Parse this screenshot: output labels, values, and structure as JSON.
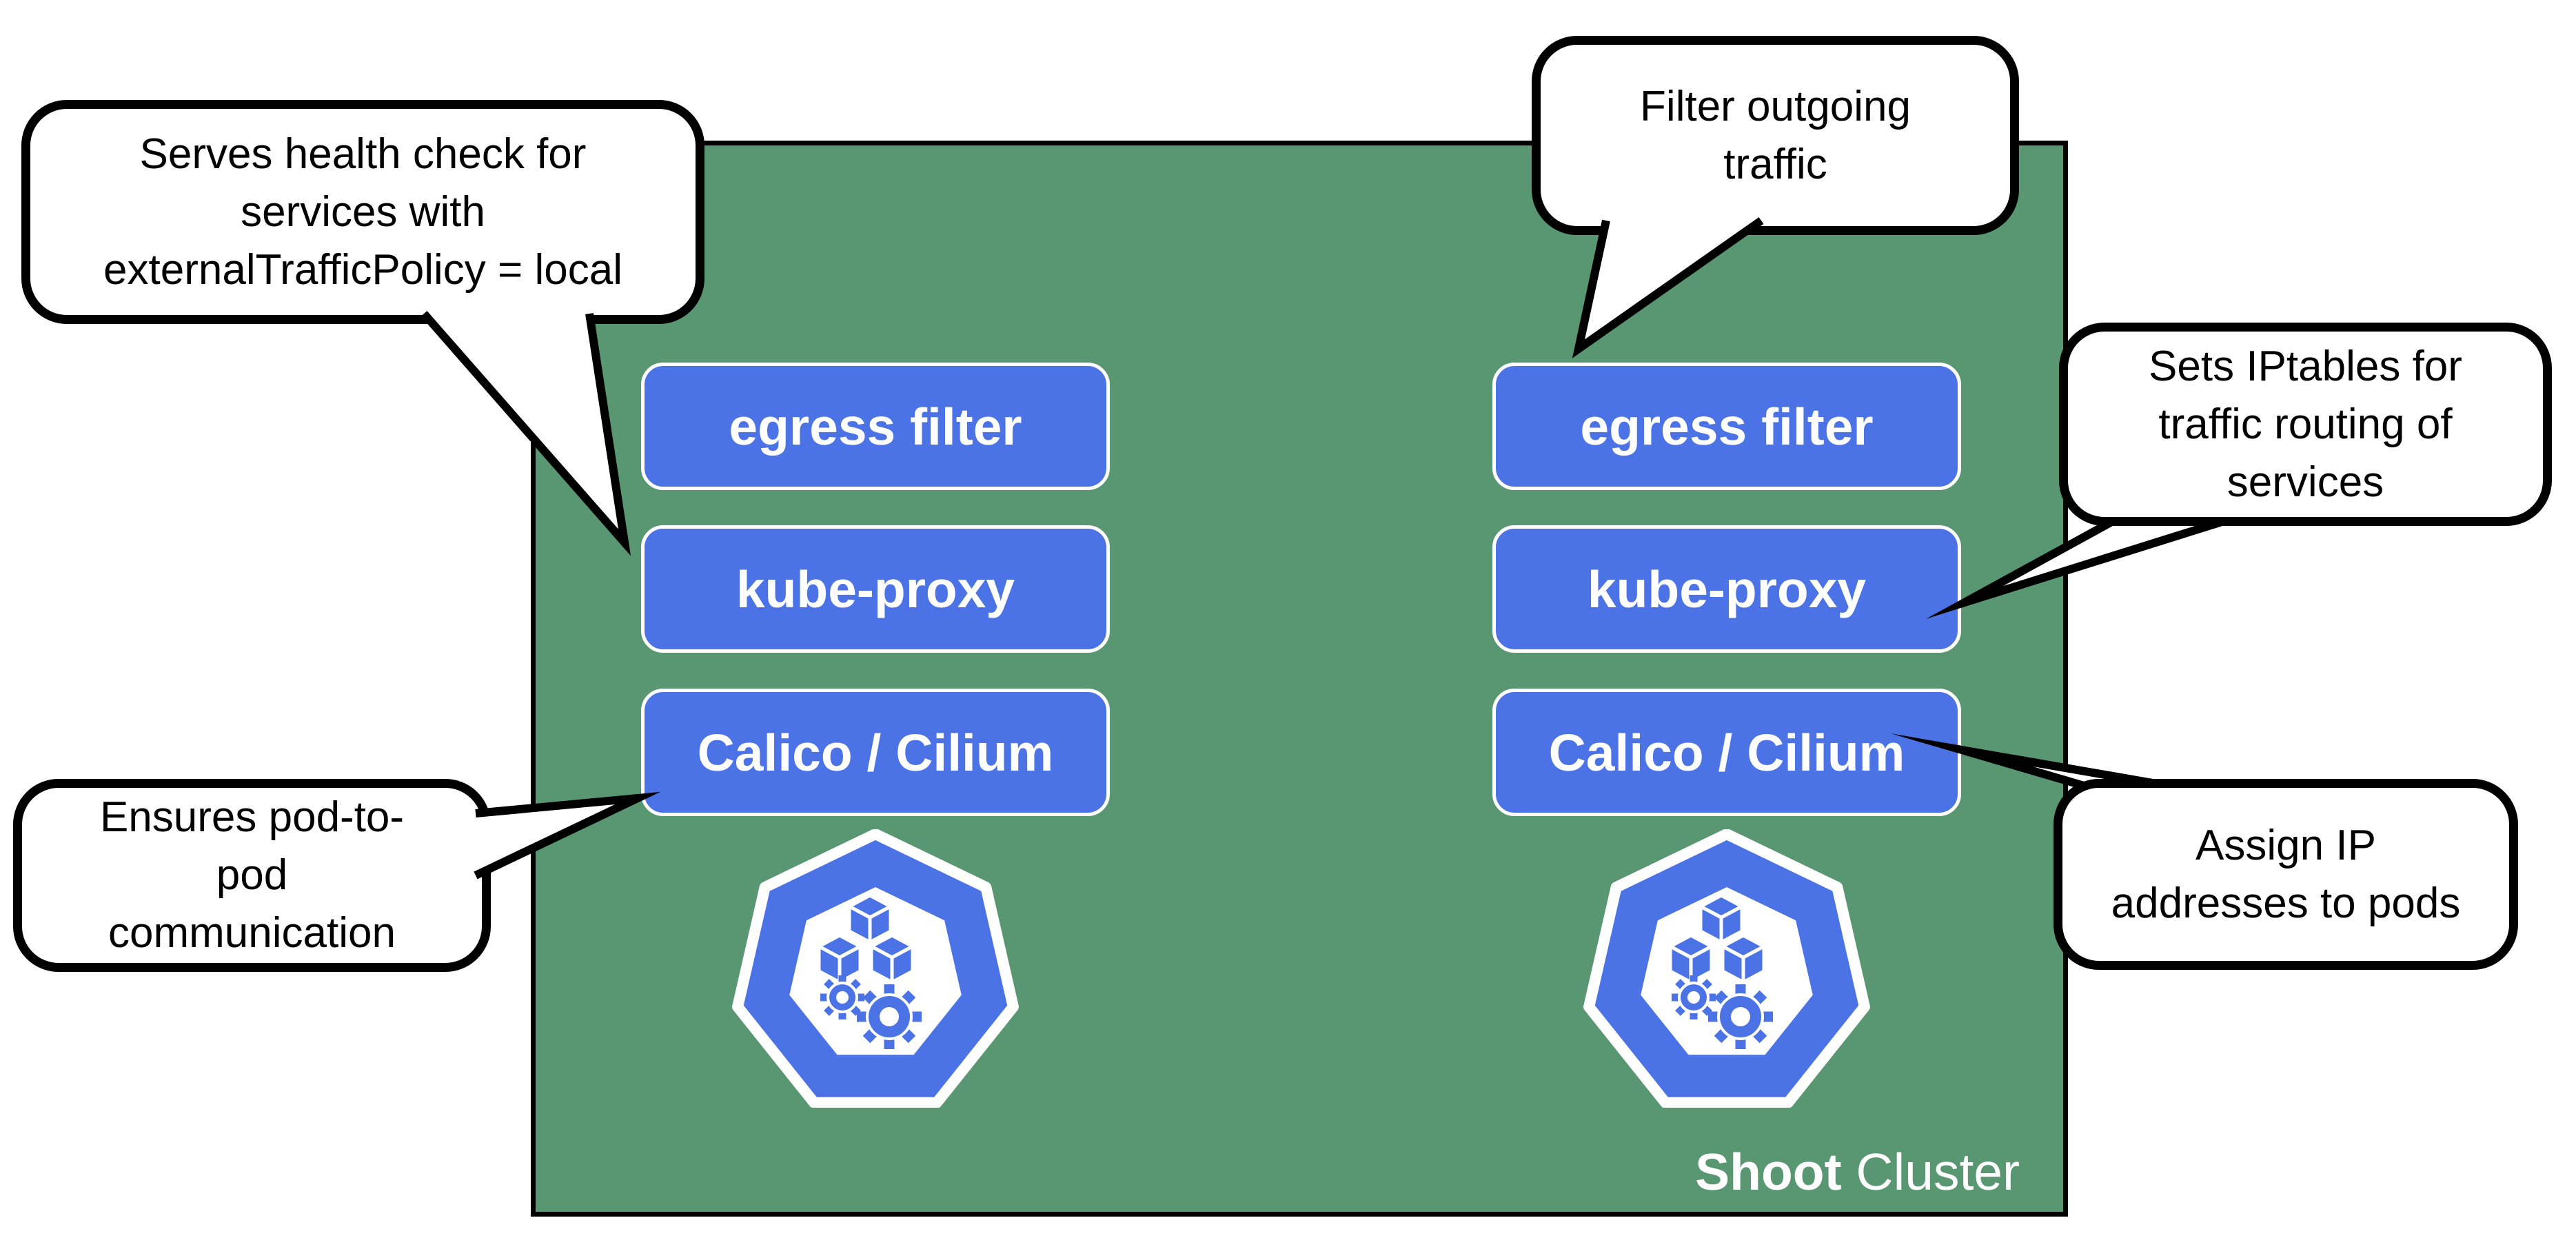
{
  "colors": {
    "cluster_green": "#599672",
    "component_blue": "#4B73E5",
    "outline_black": "#000000",
    "callout_white": "#FFFFFF",
    "label_white": "#FFFFFF"
  },
  "cluster": {
    "label_bold": "Shoot",
    "label_regular": " Cluster"
  },
  "node_groups": {
    "left": {
      "boxes": [
        {
          "label": "egress filter"
        },
        {
          "label": "kube-proxy"
        },
        {
          "label": "Calico / Cilium"
        }
      ],
      "icon": "kubernetes-node-icon"
    },
    "right": {
      "boxes": [
        {
          "label": "egress filter"
        },
        {
          "label": "kube-proxy"
        },
        {
          "label": "Calico / Cilium"
        }
      ],
      "icon": "kubernetes-node-icon"
    }
  },
  "callouts": {
    "health_check": {
      "lines": [
        "Serves health check for",
        "services with",
        "externalTrafficPolicy = local"
      ],
      "points_at": "kube-proxy (left)"
    },
    "filter_outgoing": {
      "lines": [
        "Filter outgoing",
        "traffic"
      ],
      "points_at": "egress filter (right)"
    },
    "sets_iptables": {
      "lines": [
        "Sets IPtables for",
        "traffic routing of",
        "services"
      ],
      "points_at": "kube-proxy (right)"
    },
    "pod_to_pod": {
      "lines": [
        "Ensures pod-to-",
        "pod",
        "communication"
      ],
      "points_at": "Calico / Cilium (left)"
    },
    "assign_ip": {
      "lines": [
        "Assign IP",
        "addresses to pods"
      ],
      "points_at": "Calico / Cilium (right)"
    }
  }
}
